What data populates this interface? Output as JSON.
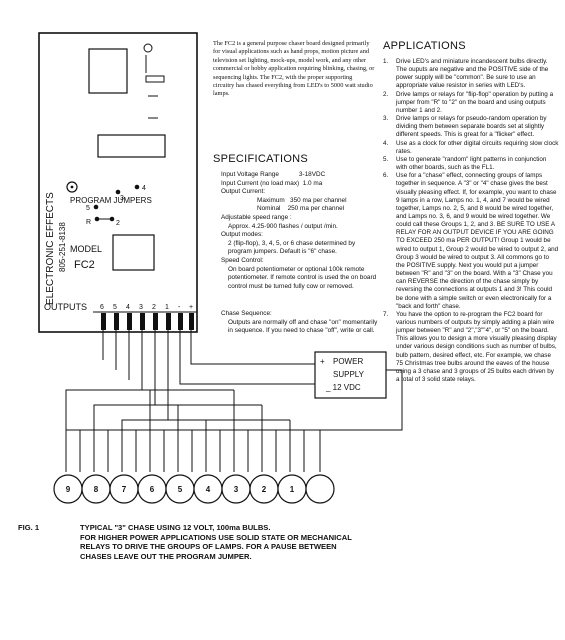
{
  "intro": {
    "text": "The FC2 is a general purpose chaser board designed primarily for visual applications such as hand props, motion picture and television set lighting, mock-ups, model work, and any other commercial or hobby application requiring blinking, chasing, or sequencing lights. The FC2, with the proper supporting circuitry has chased everything from LED's to 5000 watt studio lamps."
  },
  "specifications": {
    "title": "SPECIFICATIONS",
    "input_voltage_label": "Input Voltage Range",
    "input_voltage_value": "3-18VDC",
    "input_current_label": "Input Current (no load max)",
    "input_current_value": "1.0 ma",
    "output_current_label": "Output Current:",
    "maximum_label": "Maximum",
    "maximum_value": "350 ma per channel",
    "nominal_label": "Nominal",
    "nominal_value": "250 ma per channel",
    "speed_range_label": "Adjustable speed range :",
    "speed_range_value": "Approx. 4.25-900 flashes / output /min.",
    "output_modes_label": "Output modes:",
    "output_modes_text": "2 (flip-flop), 3, 4, 5, or 6 chase determined by program jumpers. Default is \"6\" chase.",
    "speed_control_label": "Speed Control:",
    "speed_control_text": "On board potentiometer or optional 100k remote potentiometer. If remote control is used the on board control must be turned fully cow or removed."
  },
  "chase_sequence": {
    "label": "Chase Sequence:",
    "text": "Outputs are normally off and chase \"on\" momentarily in sequence. If you need to chase \"off\", write or call."
  },
  "applications": {
    "title": "APPLICATIONS",
    "items": [
      {
        "num": "1.",
        "text": "Drive LED's and miniature incandescent bulbs directly. The ouputs are negative and the POSITIVE side of the power supply will be \"common\". Be sure to use an appropriate value resistor in series with LED's."
      },
      {
        "num": "2.",
        "text": "Drive lamps or relays for \"flip-flop\" operation by putting a jumper from \"R\" to \"2\" on the board and using outputs number 1 and 2."
      },
      {
        "num": "3.",
        "text": "Drive lamps or relays for pseudo-random operation by dividing them between separate boards set at slightly different speeds. This is great for a \"flicker\" effect."
      },
      {
        "num": "4.",
        "text": "Use as a clock for other digital circuits requiring slow clock rates."
      },
      {
        "num": "5.",
        "text": "Use to generate \"random\" light patterns in conjunction with other boards, such as the FL1."
      },
      {
        "num": "6.",
        "text": "Use for a \"chase\" effect, connecting groups of lamps together in sequence. A \"3\" or \"4\" chase gives the best visually pleasing effect. If, for example, you want to chase 9 lamps in a row, Lamps no. 1, 4, and 7 would be wired together, Lamps no. 2, 5, and 8 would be wired together, and Lamps no. 3, 6, and 9 would be wired together. We could call these Groups 1, 2, and 3. BE SURE TO USE A RELAY FOR AN OUTPUT DEVICE IF YOU ARE GOING TO EXCEED 250 ma PER OUTPUT! Group 1 would be wired to output 1, Group 2 would be wired to output 2, and Group 3 would be wired to output 3. All commons go to the POSITIVE supply. Next you would put a jumper between \"R\" and \"3\" on the board. With a \"3\" Chase you can REVERSE the direction of the chase simply by reversing the connections at outputs 1 and 3! This could be done with a simple switch or even electronically for a \"back and forth\" chase."
      },
      {
        "num": "7.",
        "text": "You have the option to re-program the FC2 board for various numbers of outputs by simply adding a plain wire jumper between \"R\" and \"2\",\"3\"\"4\", or \"5\" on the board. This allows you to design a more visually pleasing display under various design conditions such as number of bulbs, bulb pattern, desired effect, etc. For example, we chase 75 Christmas tree bulbs around the eaves of the house using a 3 chase and 3 groups of 25 bulbs each driven by a total of 3 solid state relays."
      }
    ]
  },
  "board": {
    "vertical_brand": "ELECTRONIC EFFECTS",
    "vertical_phone": "805-251-8138",
    "program_jumpers_label": "PROGRAM JUMPERS",
    "jumper_labels": [
      "4",
      "3",
      "5",
      "R",
      "2"
    ],
    "model_label": "MODEL",
    "model_name": "FC2",
    "outputs_label": "OUTPUTS",
    "output_numbers": [
      "6",
      "5",
      "4",
      "3",
      "2",
      "1",
      "-",
      "+"
    ]
  },
  "power_supply": {
    "plus": "+",
    "line1": "POWER",
    "line2": "SUPPLY",
    "line3": "_ 12 VDC"
  },
  "lamps": [
    "9",
    "8",
    "7",
    "6",
    "5",
    "4",
    "3",
    "2",
    "1"
  ],
  "figure_caption": {
    "label": "FIG. 1",
    "line1": "TYPICAL \"3\" CHASE USING 12 VOLT, 100ma BULBS.",
    "rest": "FOR HIGHER POWER APPLICATIONS USE SOLID STATE OR MECHANICAL RELAYS TO DRIVE THE GROUPS OF LAMPS. FOR A PAUSE BETWEEN CHASES LEAVE OUT THE PROGRAM JUMPER."
  }
}
